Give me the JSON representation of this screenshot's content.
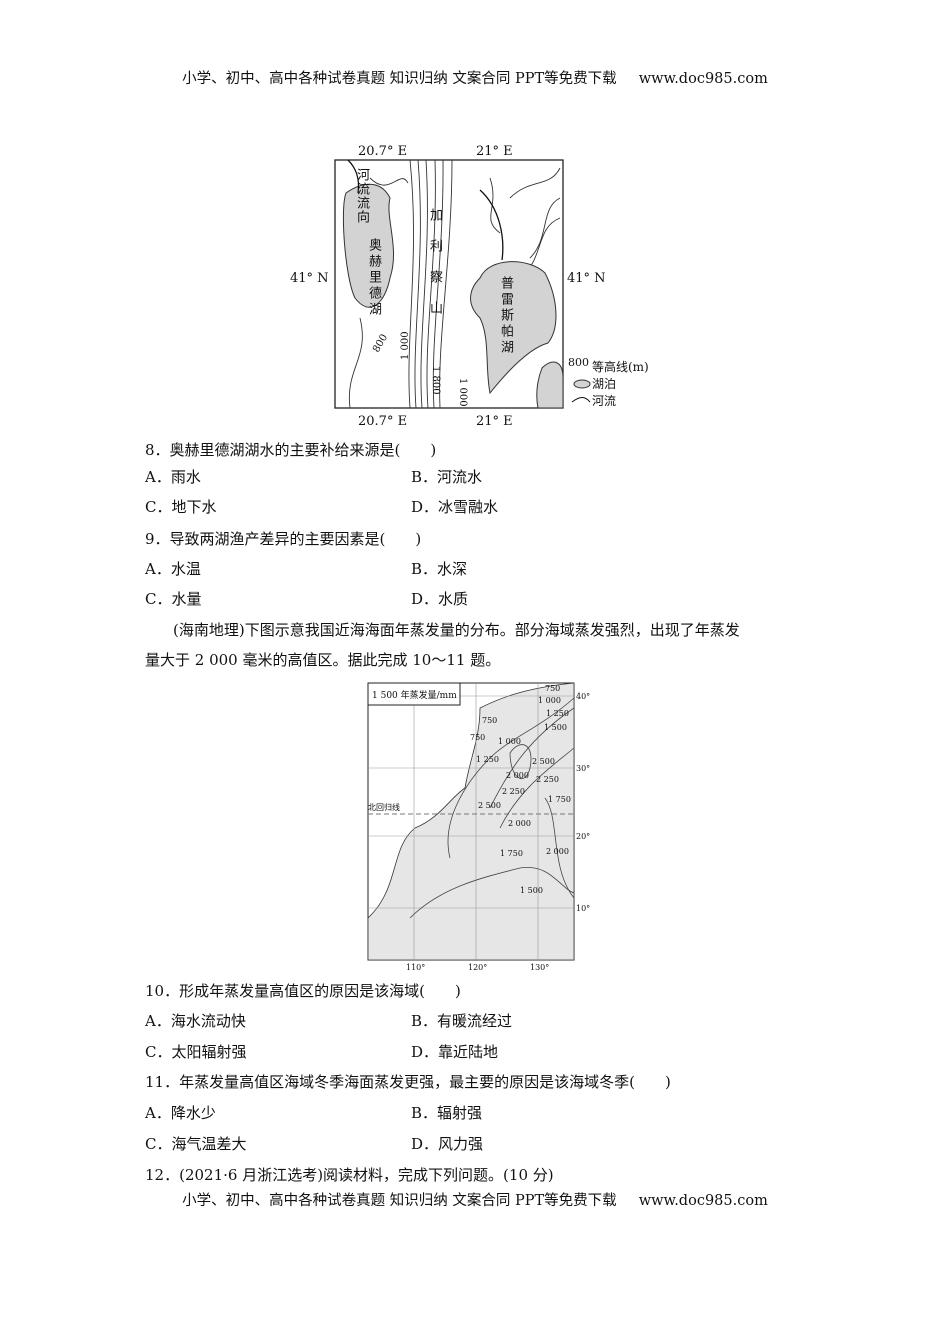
{
  "header": {
    "text": "小学、初中、高中各种试卷真题  知识归纳  文案合同  PPT等免费下载",
    "site": "www.doc985.com"
  },
  "footer": {
    "text": "小学、初中、高中各种试卷真题  知识归纳  文案合同  PPT等免费下载",
    "site": "www.doc985.com"
  },
  "map1": {
    "lon_left": "20.7° E",
    "lon_right": "21° E",
    "lat": "41° N",
    "river_flow": "河流流向",
    "lake1": "奥赫里德湖",
    "lake2": "普雷斯帕湖",
    "mountain": "加利察山",
    "contours": [
      "800",
      "1 000",
      "1 800",
      "1 000"
    ],
    "legend": {
      "contour_value": "800",
      "contour": "等高线(m)",
      "lake": "湖泊",
      "river": "河流"
    }
  },
  "questions": [
    {
      "stem": "8．奥赫里德湖湖水的主要补给来源是(　　)",
      "options": [
        "A．雨水",
        "B．河流水",
        "C．地下水",
        "D．冰雪融水"
      ]
    },
    {
      "stem": "9．导致两湖渔产差异的主要因素是(　　)",
      "options": [
        "A．水温",
        "B．水深",
        "C．水量",
        "D．水质"
      ]
    }
  ],
  "passage": {
    "line1": "(海南地理)下图示意我国近海海面年蒸发量的分布。部分海域蒸发强烈，出现了年蒸发",
    "line2": "量大于 2 000 毫米的高值区。据此完成 10～11 题。"
  },
  "map2": {
    "legend": "1 500 年蒸发量/mm",
    "legend_sample": "1 500",
    "tropic": "北回归线",
    "lon_ticks": [
      "110°",
      "120°",
      "130°"
    ],
    "lat_ticks": [
      "40°",
      "30°",
      "20°",
      "10°"
    ],
    "isolines": [
      "750",
      "1 000",
      "1 250",
      "1 500",
      "750",
      "750",
      "1 000",
      "1 250",
      "2 000",
      "2 500",
      "2 250",
      "2 250",
      "2 500",
      "2 000",
      "1 750",
      "1 750",
      "2 000",
      "1 500"
    ]
  },
  "questions2": [
    {
      "stem": "10．形成年蒸发量高值区的原因是该海域(　　)",
      "options": [
        "A．海水流动快",
        "B．有暖流经过",
        "C．太阳辐射强",
        "D．靠近陆地"
      ]
    },
    {
      "stem": "11．年蒸发量高值区海域冬季海面蒸发更强，最主要的原因是该海域冬季(　　)",
      "options": [
        "A．降水少",
        "B．辐射强",
        "C．海气温差大",
        "D．风力强"
      ]
    }
  ],
  "q12": "12．(2021·6 月浙江选考)阅读材料，完成下列问题。(10 分)"
}
